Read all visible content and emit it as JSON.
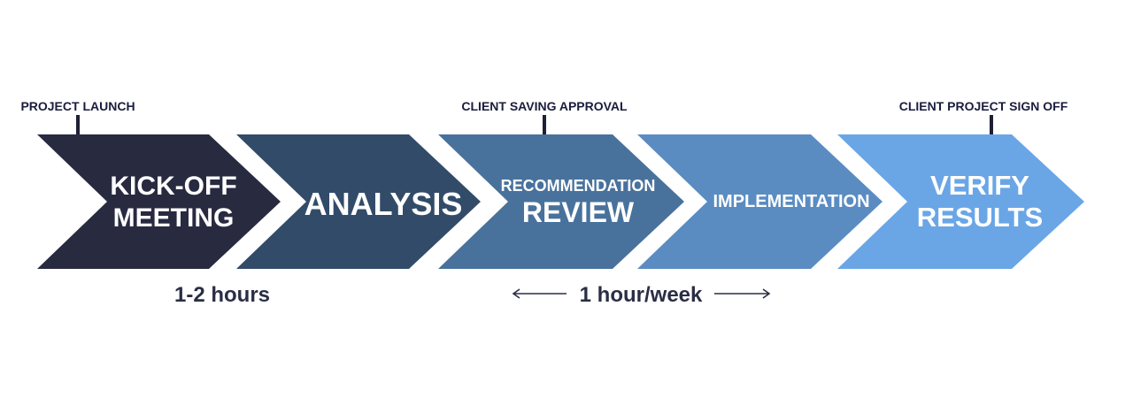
{
  "stages": [
    {
      "lines": [
        "KICK-OFF",
        "MEETING"
      ],
      "color": "#282a40"
    },
    {
      "lines": [
        "ANALYSIS"
      ],
      "color": "#324b69"
    },
    {
      "lines": [
        "RECOMMENDATION",
        "REVIEW"
      ],
      "color": "#48729c"
    },
    {
      "lines": [
        "IMPLEMENTATION"
      ],
      "color": "#5a8cc2"
    },
    {
      "lines": [
        "VERIFY",
        "RESULTS"
      ],
      "color": "#6aa6e6"
    }
  ],
  "milestones": [
    {
      "label": "PROJECT LAUNCH"
    },
    {
      "label": "CLIENT SAVING APPROVAL"
    },
    {
      "label": "CLIENT PROJECT SIGN OFF"
    }
  ],
  "durations": [
    {
      "label": "1-2 hours"
    },
    {
      "label": "1 hour/week"
    }
  ],
  "colors": {
    "milestone_text": "#1a1d3d",
    "tick": "#1e2033",
    "duration_text": "#2a2e45",
    "arrow": "#2a2e45"
  }
}
